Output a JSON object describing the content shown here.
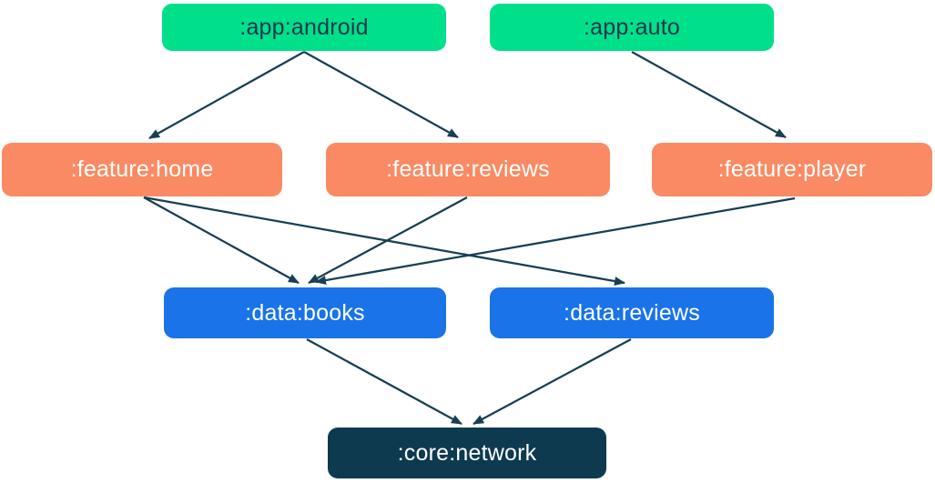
{
  "diagram": {
    "type": "module-dependency-graph",
    "nodes": [
      {
        "id": "app-android",
        "label": ":app:android",
        "fill": "#00E08A",
        "text_color": "#17374C",
        "row": "app"
      },
      {
        "id": "app-auto",
        "label": ":app:auto",
        "fill": "#00E08A",
        "text_color": "#17374C",
        "row": "app"
      },
      {
        "id": "feature-home",
        "label": ":feature:home",
        "fill": "#FA8A63",
        "text_color": "#FFFFFF",
        "row": "feature"
      },
      {
        "id": "feature-reviews",
        "label": ":feature:reviews",
        "fill": "#FA8A63",
        "text_color": "#FFFFFF",
        "row": "feature"
      },
      {
        "id": "feature-player",
        "label": ":feature:player",
        "fill": "#FA8A63",
        "text_color": "#FFFFFF",
        "row": "feature"
      },
      {
        "id": "data-books",
        "label": ":data:books",
        "fill": "#1A73E8",
        "text_color": "#FFFFFF",
        "row": "data"
      },
      {
        "id": "data-reviews",
        "label": ":data:reviews",
        "fill": "#1A73E8",
        "text_color": "#FFFFFF",
        "row": "data"
      },
      {
        "id": "core-network",
        "label": ":core:network",
        "fill": "#0E3A50",
        "text_color": "#FFFFFF",
        "row": "core"
      }
    ],
    "edges": [
      {
        "from": "app-android",
        "to": "feature-home"
      },
      {
        "from": "app-android",
        "to": "feature-reviews"
      },
      {
        "from": "app-auto",
        "to": "feature-player"
      },
      {
        "from": "feature-home",
        "to": "data-books"
      },
      {
        "from": "feature-home",
        "to": "data-reviews"
      },
      {
        "from": "feature-reviews",
        "to": "data-books"
      },
      {
        "from": "feature-player",
        "to": "data-books"
      },
      {
        "from": "data-books",
        "to": "core-network"
      },
      {
        "from": "data-reviews",
        "to": "core-network"
      }
    ],
    "colors": {
      "app": "#00E08A",
      "feature": "#FA8A63",
      "data": "#1A73E8",
      "core": "#0E3A50",
      "edge": "#173F54",
      "background": "#FFFFFF"
    }
  }
}
